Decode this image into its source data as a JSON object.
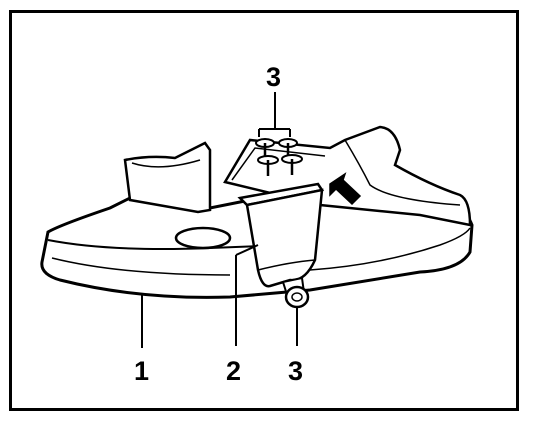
{
  "labels": {
    "top_label": "3",
    "label_1": "1",
    "label_2": "2",
    "label_3_bottom": "3"
  },
  "colors": {
    "ink": "#000000",
    "paper": "#ffffff",
    "shade": "#d9d9d9"
  }
}
